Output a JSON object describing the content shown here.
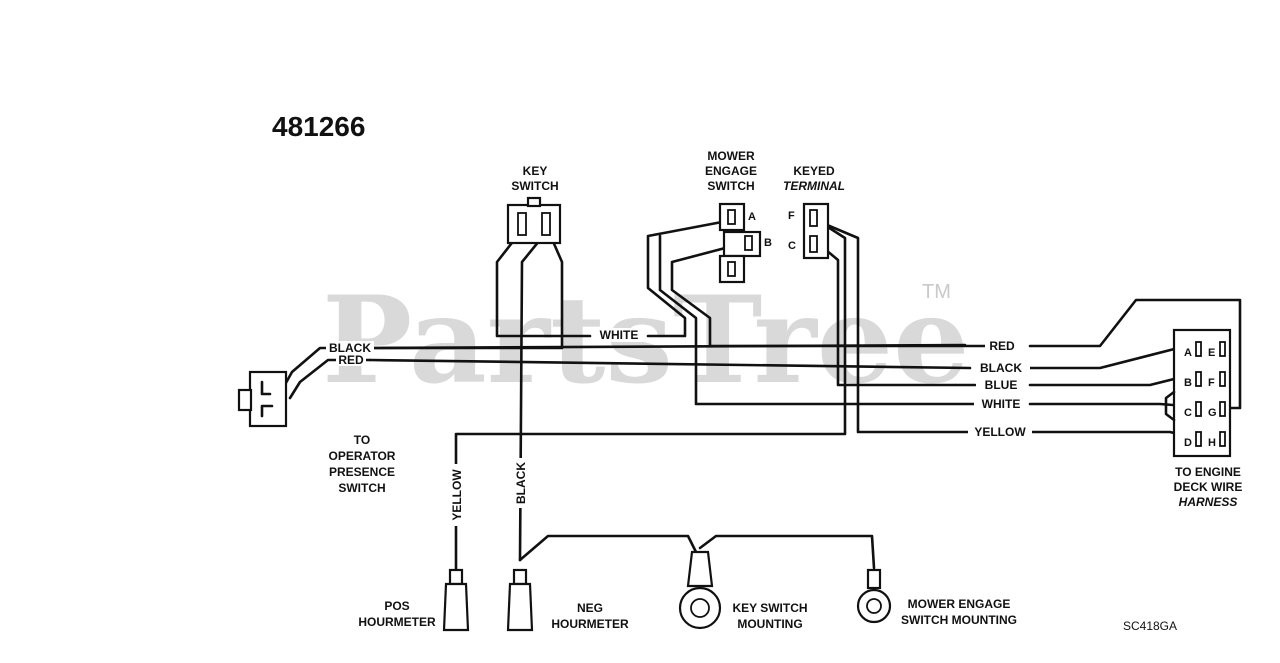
{
  "diagram_id": "481266",
  "watermark": "PartsTree",
  "trademark": "TM",
  "figure_code": "SC418GA",
  "components": {
    "key_switch": [
      "KEY",
      "SWITCH"
    ],
    "mower_engage_switch": [
      "MOWER",
      "ENGAGE",
      "SWITCH"
    ],
    "keyed_terminal": [
      "KEYED",
      "TERMINAL"
    ],
    "operator_presence": [
      "TO",
      "OPERATOR",
      "PRESENCE",
      "SWITCH"
    ],
    "engine_deck": [
      "TO ENGINE",
      "DECK WIRE",
      "HARNESS"
    ],
    "pos_hourmeter": [
      "POS",
      "HOURMETER"
    ],
    "neg_hourmeter": [
      "NEG",
      "HOURMETER"
    ],
    "key_switch_mounting": [
      "KEY SWITCH",
      "MOUNTING"
    ],
    "mower_engage_mounting": [
      "MOWER ENGAGE",
      "SWITCH MOUNTING"
    ]
  },
  "mower_pins": [
    "A",
    "B"
  ],
  "keyed_pins": [
    "F",
    "C"
  ],
  "harness_pins": [
    "A",
    "B",
    "C",
    "D",
    "E",
    "F",
    "G",
    "H"
  ],
  "wires": {
    "white_top": "WHITE",
    "black_left": "BLACK",
    "red_left": "RED",
    "red": "RED",
    "black": "BLACK",
    "blue": "BLUE",
    "white": "WHITE",
    "yellow": "YELLOW",
    "yellow_vertical": "YELLOW",
    "black_vertical": "BLACK"
  }
}
